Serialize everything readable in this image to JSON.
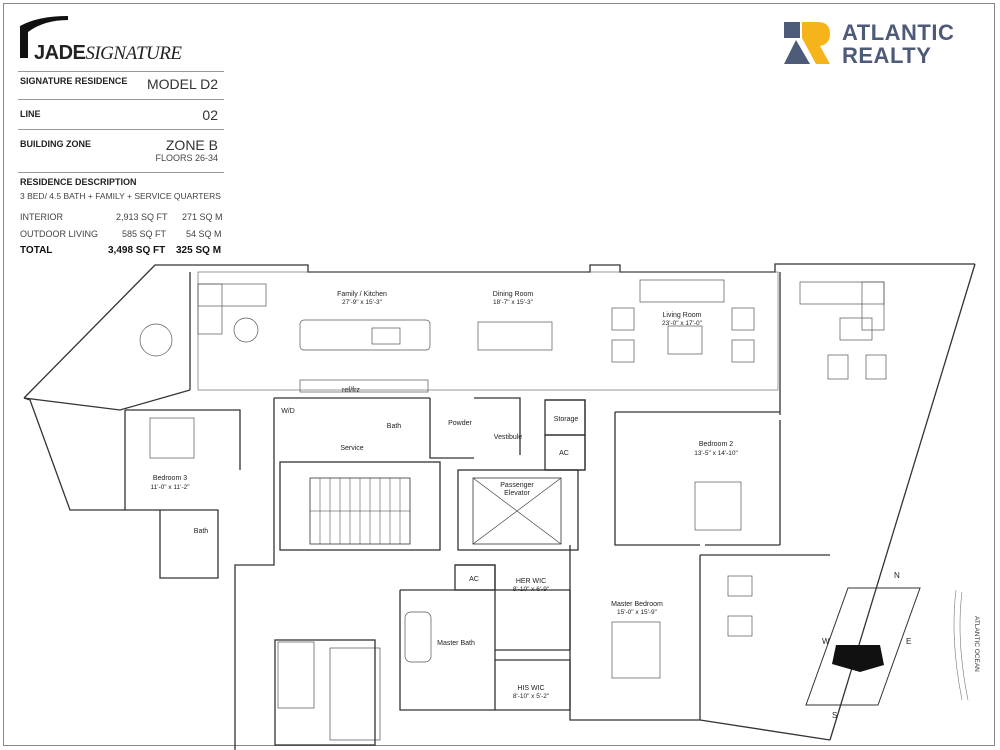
{
  "brand": {
    "name_bold": "JADE",
    "name_italic": "SIGNATURE"
  },
  "realty": {
    "line1": "ATLANTIC",
    "line2": "REALTY",
    "color_blue": "#4d5a78",
    "color_yellow": "#f4b41a"
  },
  "spec": {
    "residence_label": "SIGNATURE RESIDENCE",
    "residence_value": "MODEL D2",
    "line_label": "LINE",
    "line_value": "02",
    "zone_label": "BUILDING ZONE",
    "zone_value": "ZONE B",
    "floors": "FLOORS 26-34",
    "description_label": "RESIDENCE DESCRIPTION",
    "description": "3 BED/ 4.5 BATH + FAMILY + SERVICE QUARTERS",
    "areas": [
      {
        "label": "INTERIOR",
        "sqft": "2,913 SQ FT",
        "sqm": "271 SQ M"
      },
      {
        "label": "OUTDOOR LIVING",
        "sqft": "585 SQ FT",
        "sqm": "54 SQ M"
      }
    ],
    "total": {
      "label": "TOTAL",
      "sqft": "3,498 SQ FT",
      "sqm": "325 SQ M"
    }
  },
  "rooms": {
    "family_kitchen": {
      "name": "Family / Kitchen",
      "dims": "27'-9\" x 15'-3\""
    },
    "dining": {
      "name": "Dining Room",
      "dims": "18'-7\" x 15'-3\""
    },
    "living": {
      "name": "Living Room",
      "dims": "23'-0\" x 17'-0\""
    },
    "bedroom3": {
      "name": "Bedroom 3",
      "dims": "11'-0\" x 11'-2\""
    },
    "bedroom2": {
      "name": "Bedroom 2",
      "dims": "13'-5\" x 14'-10\""
    },
    "master": {
      "name": "Master Bedroom",
      "dims": "15'-0\" x 15'-9\""
    },
    "her_wic": {
      "name": "HER WIC",
      "dims": "8'-10\" x 6'-9\""
    },
    "his_wic": {
      "name": "HIS WIC",
      "dims": "8'-10\" x 5'-2\""
    },
    "elevator_l1": "Passenger",
    "elevator_l2": "Elevator",
    "service": "Service",
    "bath": "Bath",
    "powder": "Powder",
    "vestibule": "Vestibule",
    "storage": "Storage",
    "ac": "AC",
    "wd": "W/D",
    "ref": "ref/frz",
    "master_bath": "Master Bath"
  },
  "compass": {
    "n": "N",
    "s": "S",
    "e": "E",
    "w": "W",
    "ocean": "ATLANTIC OCEAN"
  }
}
